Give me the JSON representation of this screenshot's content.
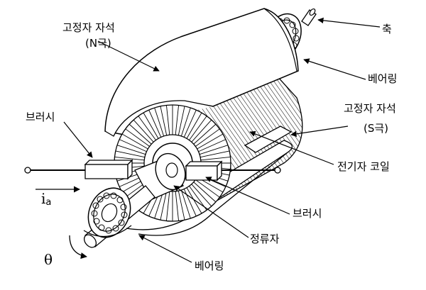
{
  "labels": {
    "magnet_n_line1": "고정자 자석",
    "magnet_n_line2": "(N극)",
    "shaft": "축",
    "bearing_top": "베어링",
    "magnet_s_line1": "고정자 자석",
    "magnet_s_line2": "(S극)",
    "brush_left": "브러시",
    "armature_coil": "전기자 코일",
    "brush_right": "브러시",
    "commutator": "정류자",
    "bearing_bottom": "베어링",
    "current_symbol": "i",
    "current_subscript": "a",
    "theta_symbol": "θ"
  }
}
